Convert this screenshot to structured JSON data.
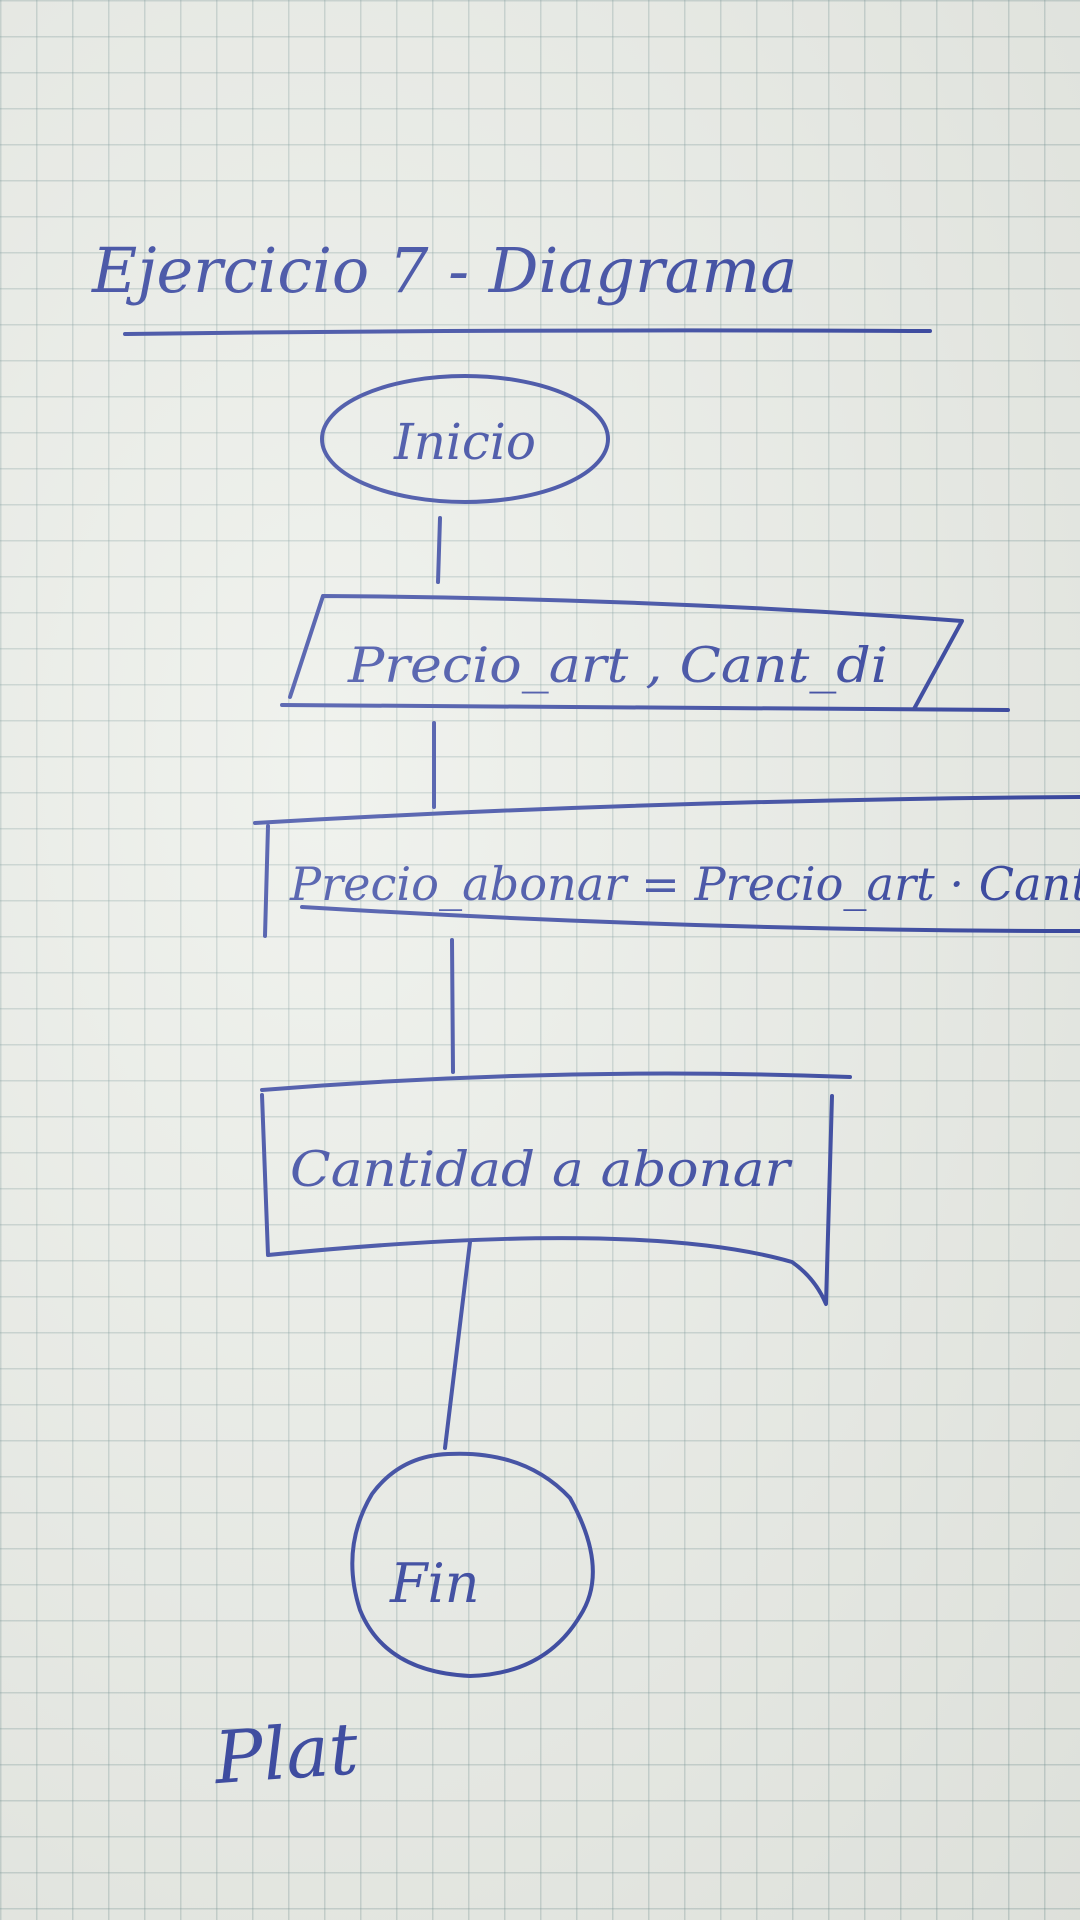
{
  "title": "Ejercicio 7 - Diagrama",
  "nodes": {
    "start": "Inicio",
    "input": "Precio_art , Cant_di",
    "process": "Precio_abonar = Precio_art · Cant",
    "output": "Cantidad a abonar",
    "end": "Fin"
  },
  "signature": "Plat",
  "colors": {
    "ink": "#2c3c9c",
    "paper": "#ebeee8",
    "grid": "#8ea5a5"
  }
}
